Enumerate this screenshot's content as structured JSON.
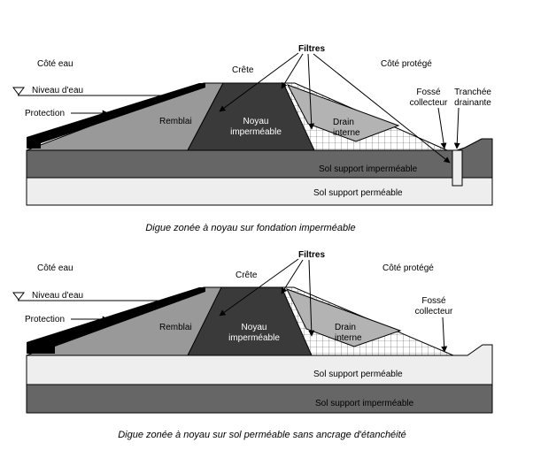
{
  "diagram1": {
    "water_side": "Côté eau",
    "protected_side": "Côté protégé",
    "crest": "Crête",
    "filters": "Filtres",
    "water_level": "Niveau d'eau",
    "protection": "Protection",
    "fill": "Remblai",
    "core_line1": "Noyau",
    "core_line2": "imperméable",
    "drain_line1": "Drain",
    "drain_line2": "interne",
    "ditch_line1": "Fossé",
    "ditch_line2": "collecteur",
    "trench_line1": "Tranchée",
    "trench_line2": "drainante",
    "soil_impermeable": "Sol support imperméable",
    "soil_permeable": "Sol support perméable",
    "caption": "Digue zonée à noyau sur fondation imperméable"
  },
  "diagram2": {
    "water_side": "Côté eau",
    "protected_side": "Côté protégé",
    "crest": "Crête",
    "filters": "Filtres",
    "water_level": "Niveau d'eau",
    "protection": "Protection",
    "fill": "Remblai",
    "core_line1": "Noyau",
    "core_line2": "imperméable",
    "drain_line1": "Drain",
    "drain_line2": "interne",
    "ditch_line1": "Fossé",
    "ditch_line2": "collecteur",
    "soil_permeable": "Sol support perméable",
    "soil_impermeable": "Sol support imperméable",
    "caption": "Digue zonée à noyau sur sol perméable sans ancrage d'étanchéité"
  },
  "colors": {
    "black": "#000000",
    "dark_core": "#3a3a3a",
    "fill_gray": "#999999",
    "soil_dark": "#666666",
    "soil_light": "#eeeeee",
    "drain_gray": "#b3b3b3"
  }
}
